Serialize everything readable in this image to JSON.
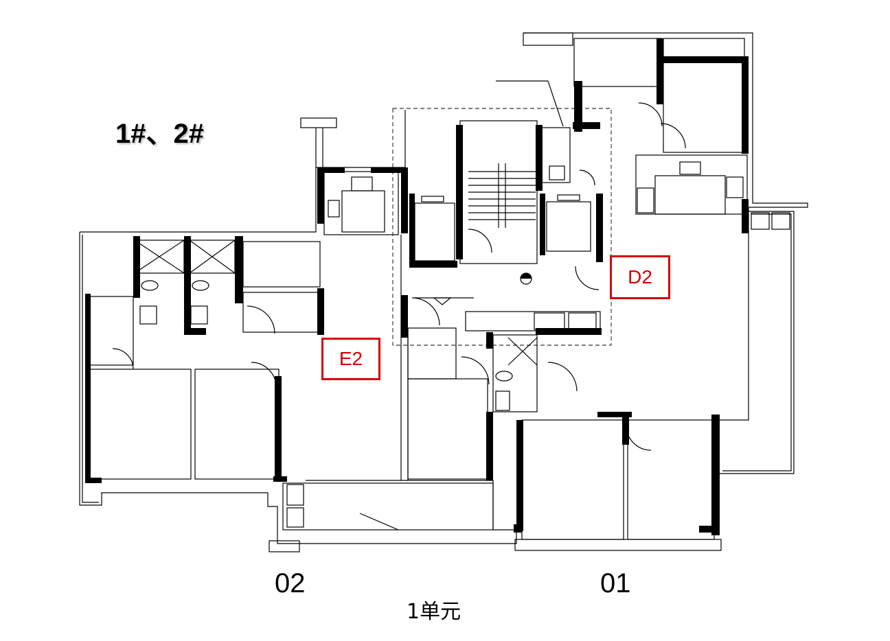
{
  "title": "1#、2#",
  "units": {
    "left_unit_number": "02",
    "right_unit_number": "01",
    "unit_name": "1单元"
  },
  "tags": {
    "left_tag": "E2",
    "right_tag": "D2",
    "tag_color": "#d40000"
  },
  "drawing": {
    "line_color": "#000000",
    "background": "#ffffff"
  }
}
